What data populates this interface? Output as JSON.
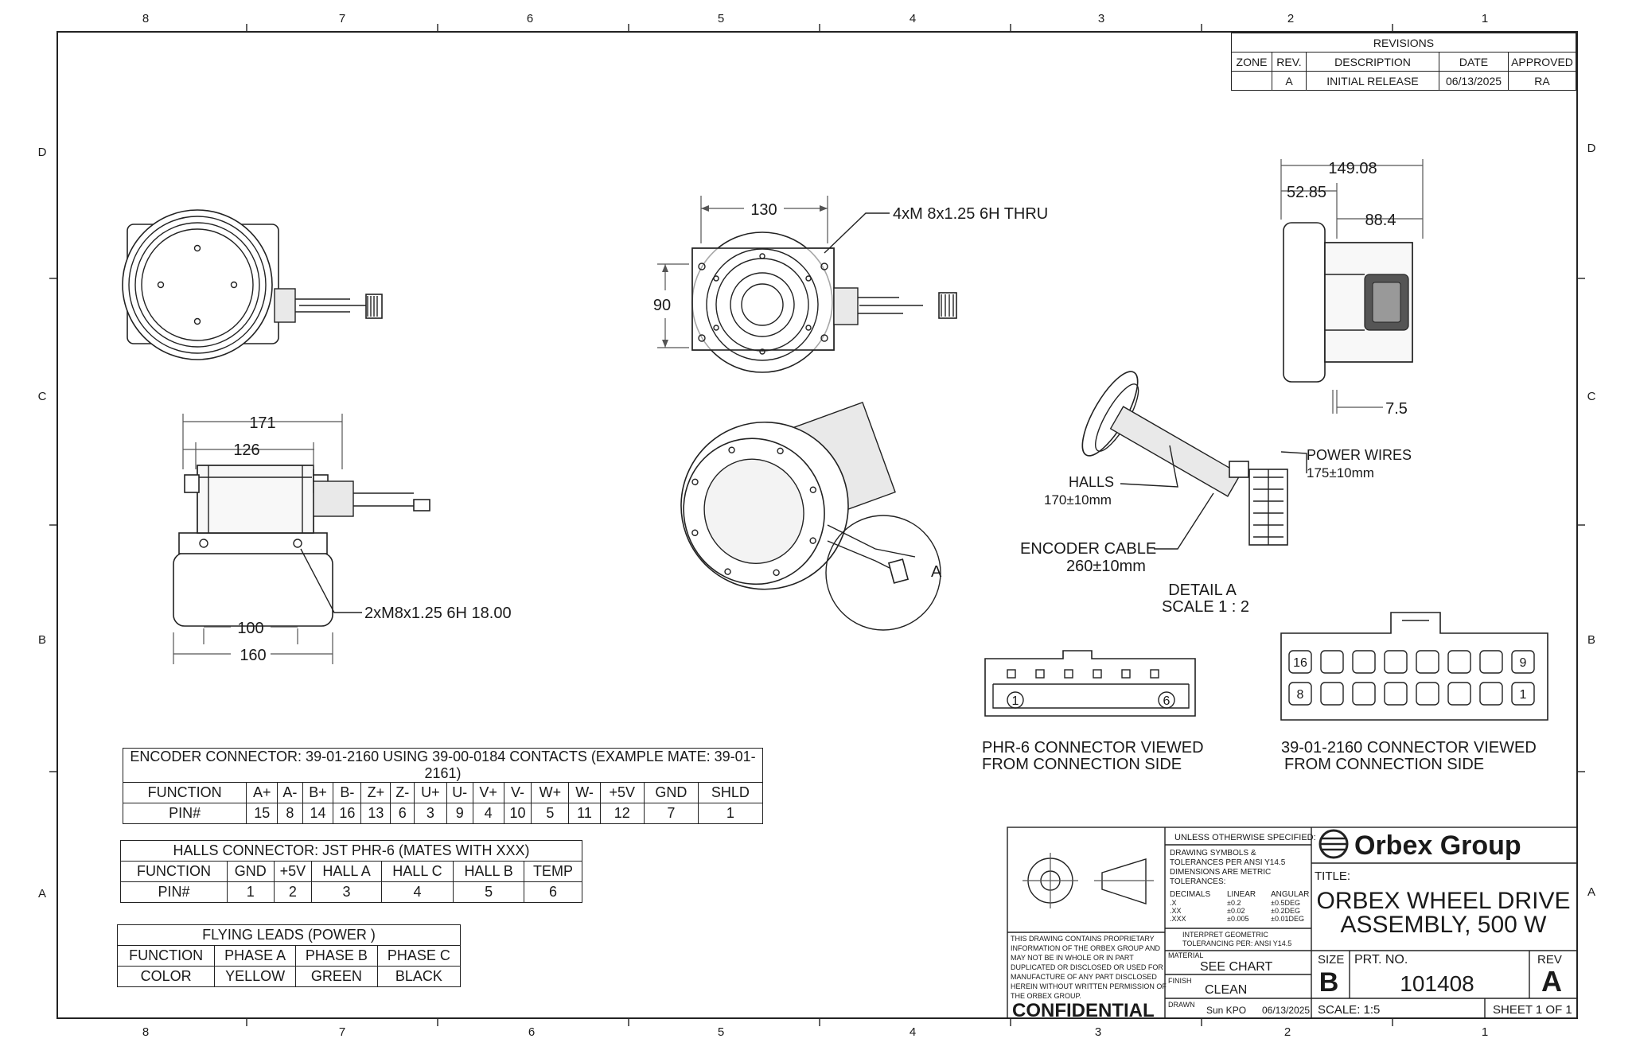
{
  "border": {
    "col_labels": [
      "8",
      "7",
      "6",
      "5",
      "4",
      "3",
      "2",
      "1"
    ],
    "row_labels": [
      "D",
      "C",
      "B",
      "A"
    ]
  },
  "revisions": {
    "title": "REVISIONS",
    "headers": [
      "ZONE",
      "REV.",
      "DESCRIPTION",
      "DATE",
      "APPROVED"
    ],
    "rows": [
      [
        "",
        "A",
        "INITIAL RELEASE",
        "06/13/2025",
        "RA"
      ]
    ]
  },
  "dimensions": {
    "top_width": "130",
    "top_height": "90",
    "top_holes": "4xM 8x1.25 6H THRU",
    "side_overall": "149.08",
    "side_a": "52.85",
    "side_b": "88.4",
    "side_c": "7.5",
    "front_171": "171",
    "front_126": "126",
    "front_100": "100",
    "front_160": "160",
    "front_holes": "2xM8x1.25 6H 18.00"
  },
  "detail": {
    "callout": "A",
    "power_wires": "POWER WIRES",
    "power_len": "175±10mm",
    "halls": "HALLS",
    "halls_len": "170±10mm",
    "encoder": "ENCODER CABLE",
    "encoder_len": "260±10mm",
    "title": "DETAIL A",
    "scale": "SCALE 1 : 2"
  },
  "connectors": {
    "phr_pin_1": "1",
    "phr_pin_6": "6",
    "phr_caption_1": "PHR-6 CONNECTOR VIEWED",
    "phr_caption_2": "FROM CONNECTION SIDE",
    "molex_pin_16": "16",
    "molex_pin_9": "9",
    "molex_pin_8": "8",
    "molex_pin_1": "1",
    "molex_caption_1": "39-01-2160 CONNECTOR VIEWED",
    "molex_caption_2": "FROM CONNECTION SIDE"
  },
  "encoder_table": {
    "title": "ENCODER CONNECTOR: 39-01-2160 USING 39-00-0184 CONTACTS (EXAMPLE MATE: 39-01-2161)",
    "row1": [
      "FUNCTION",
      "A+",
      "A-",
      "B+",
      "B-",
      "Z+",
      "Z-",
      "U+",
      "U-",
      "V+",
      "V-",
      "W+",
      "W-",
      "+5V",
      "GND",
      "SHLD"
    ],
    "row2": [
      "PIN#",
      "15",
      "8",
      "14",
      "16",
      "13",
      "6",
      "3",
      "9",
      "4",
      "10",
      "5",
      "11",
      "12",
      "7",
      "1"
    ]
  },
  "halls_table": {
    "title": "HALLS CONNECTOR: JST PHR-6 (MATES WITH XXX)",
    "row1": [
      "FUNCTION",
      "GND",
      "+5V",
      "HALL A",
      "HALL C",
      "HALL B",
      "TEMP"
    ],
    "row2": [
      "PIN#",
      "1",
      "2",
      "3",
      "4",
      "5",
      "6"
    ]
  },
  "leads_table": {
    "title": "FLYING LEADS (POWER )",
    "row1": [
      "FUNCTION",
      "PHASE A",
      "PHASE B",
      "PHASE C"
    ],
    "row2": [
      "COLOR",
      "YELLOW",
      "GREEN",
      "BLACK"
    ]
  },
  "title_block": {
    "unless": "UNLESS OTHERWISE SPECIFIED:",
    "symbols_1": "DRAWING SYMBOLS &",
    "symbols_2": "TOLERANCES PER ANSI Y14.5",
    "symbols_3": "DIMENSIONS ARE METRIC",
    "symbols_4": "TOLERANCES:",
    "tol_decimals": "DECIMALS",
    "tol_linear": "LINEAR",
    "tol_angular": "ANGULAR",
    "tol_x": ".X",
    "tol_xx": ".XX",
    "tol_xxx": ".XXX",
    "tol_lin_x": "±0.2",
    "tol_lin_xx": "±0.02",
    "tol_lin_xxx": "±0.005",
    "tol_ang_x": "±0.5DEG",
    "tol_ang_xx": "±0.2DEG",
    "tol_ang_xxx": "±0.01DEG",
    "interpret_1": "INTERPRET GEOMETRIC",
    "interpret_2": "TOLERANCING PER: ANSI Y14.5",
    "material_label": "MATERIAL",
    "material": "SEE CHART",
    "finish_label": "FINISH",
    "finish": "CLEAN",
    "drawn_label": "DRAWN",
    "drawn_by": "Sun KPO",
    "drawn_date": "06/13/2025",
    "prop_1": "THIS DRAWING CONTAINS PROPRIETARY",
    "prop_2": "INFORMATION OF THE ORBEX GROUP AND",
    "prop_3": "MAY NOT BE IN WHOLE OR IN PART",
    "prop_4": "DUPLICATED OR DISCLOSED OR USED FOR",
    "prop_5": "MANUFACTURE OF ANY PART DISCLOSED",
    "prop_6": "HEREIN WITHOUT WRITTEN PERMISSION OF",
    "prop_7": "THE ORBEX GROUP.",
    "confidential": "CONFIDENTIAL",
    "company": "Orbex Group",
    "title_label": "TITLE:",
    "title_1": "ORBEX WHEEL DRIVE",
    "title_2": "ASSEMBLY, 500 W",
    "size_label": "SIZE",
    "size": "B",
    "part_label": "PRT. NO.",
    "part_no": "101408",
    "rev_label": "REV",
    "rev": "A",
    "scale": "SCALE: 1:5",
    "sheet": "SHEET 1 OF 1"
  }
}
